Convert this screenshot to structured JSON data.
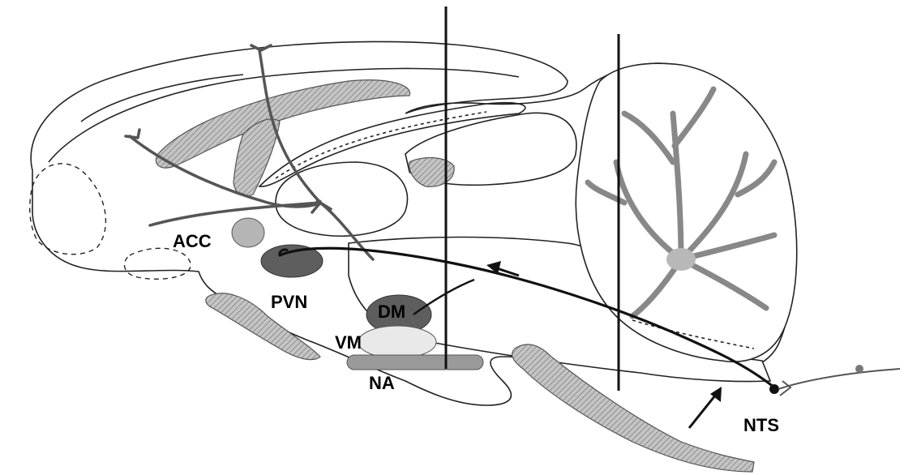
{
  "labels": {
    "acc": "ACC",
    "pvn": "PVN",
    "dm": "DM",
    "vm": "VM",
    "na": "NA",
    "nts": "NTS"
  },
  "colors": {
    "outline": "#222222",
    "region_dark": "#5e5e5e",
    "region_medium": "#9a9a9a",
    "region_light": "#e9e9e9",
    "pathway": "#111111"
  }
}
